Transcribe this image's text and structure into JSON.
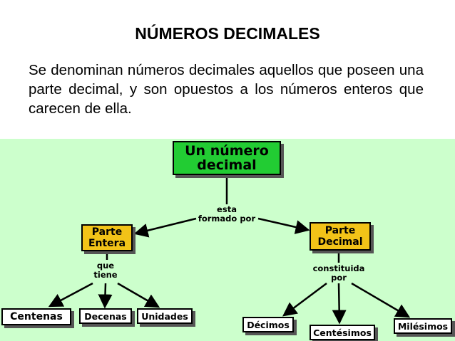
{
  "title": "NÚMEROS DECIMALES",
  "intro": "Se denominan números decimales aquellos que poseen una parte decimal, y son opuestos a los números enteros que carecen de ella.",
  "concept_map": {
    "root": {
      "line1": "Un número",
      "line2": "decimal"
    },
    "link_root": {
      "line1": "esta",
      "line2": "formado por"
    },
    "left": {
      "line1": "Parte",
      "line2": "Entera"
    },
    "right": {
      "line1": "Parte",
      "line2": "Decimal"
    },
    "link_left": {
      "line1": "que",
      "line2": "tiene"
    },
    "link_right": {
      "line1": "constituida",
      "line2": "por"
    },
    "left_children": [
      "Centenas",
      "Decenas",
      "Unidades"
    ],
    "right_children": [
      "Décimos",
      "Centésimos",
      "Milésimos"
    ],
    "colors": {
      "background": "#ccffcc",
      "root_fill": "#22cc33",
      "mid_fill": "#f2c318",
      "leaf_fill": "#ffffff"
    }
  }
}
